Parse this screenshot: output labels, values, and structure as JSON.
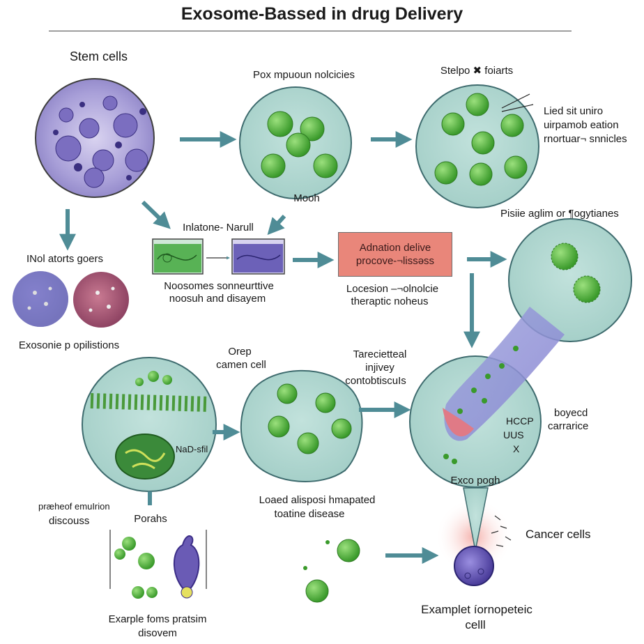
{
  "title": "Exosome-Bassed in drug Delivery",
  "labels": {
    "stem_cells": "Stem cells",
    "pox_mpuoun": "Pox mpuoun nolcicies",
    "mooh": "Mooh",
    "stelpo": "Stelpo ✖ foiarts",
    "lied_1": "Lied sit uniro",
    "lied_2": "uirpamob eation",
    "lied_3": "rnortuar¬ snnicles",
    "pisiie": "Pisiie aglim or ¶ogytianes",
    "inlatone": "Inlatone- Narull",
    "inol": "INol atorts goers",
    "exosonie": "Exosonie p opilistions",
    "noosomes_1": "Noosomes sonneurttive",
    "noosomes_2": "noosuh and disayem",
    "adnation_1": "Adnation delive",
    "adnation_2": "procove-¬lissəss",
    "locesion_1": "Locesion –¬olnolcie",
    "locesion_2": "theraptic  noheus",
    "orep_1": "Orep",
    "orep_2": "camen cell",
    "tarec_1": "Tarecietteal",
    "tarec_2": "injivey",
    "tarec_3": "contobtiscuIs",
    "nad_sfl": "NaD-sfil",
    "praheof_1": "præheof emuIrion",
    "praheof_2": "discouss",
    "porahs": "Porahs",
    "exarple_1": "Exarple foms pratsim",
    "exarple_2": "disovem",
    "loaed_1": "Loaed alisposi hmapated",
    "loaed_2": "toatine disease",
    "boyecd_1": "boyecd",
    "boyecd_2": "carrarice",
    "hccp_1": "HCCP",
    "hccp_2": "UUS",
    "hccp_3": "X",
    "exco": "Exco pogh",
    "cancer": "Cancer cells",
    "examplet_1": "Examplet íornopeteic",
    "examplet_2": "celll"
  },
  "colors": {
    "teal_fill": "#a9d3cc",
    "teal_stroke": "#3e6b6e",
    "arrow": "#4f8c96",
    "vesicle_green": "#4bb53a",
    "stem_purple": "#8a7dc8",
    "box_fill": "#e9867a",
    "cancer_cell": "#6a5bb5"
  }
}
